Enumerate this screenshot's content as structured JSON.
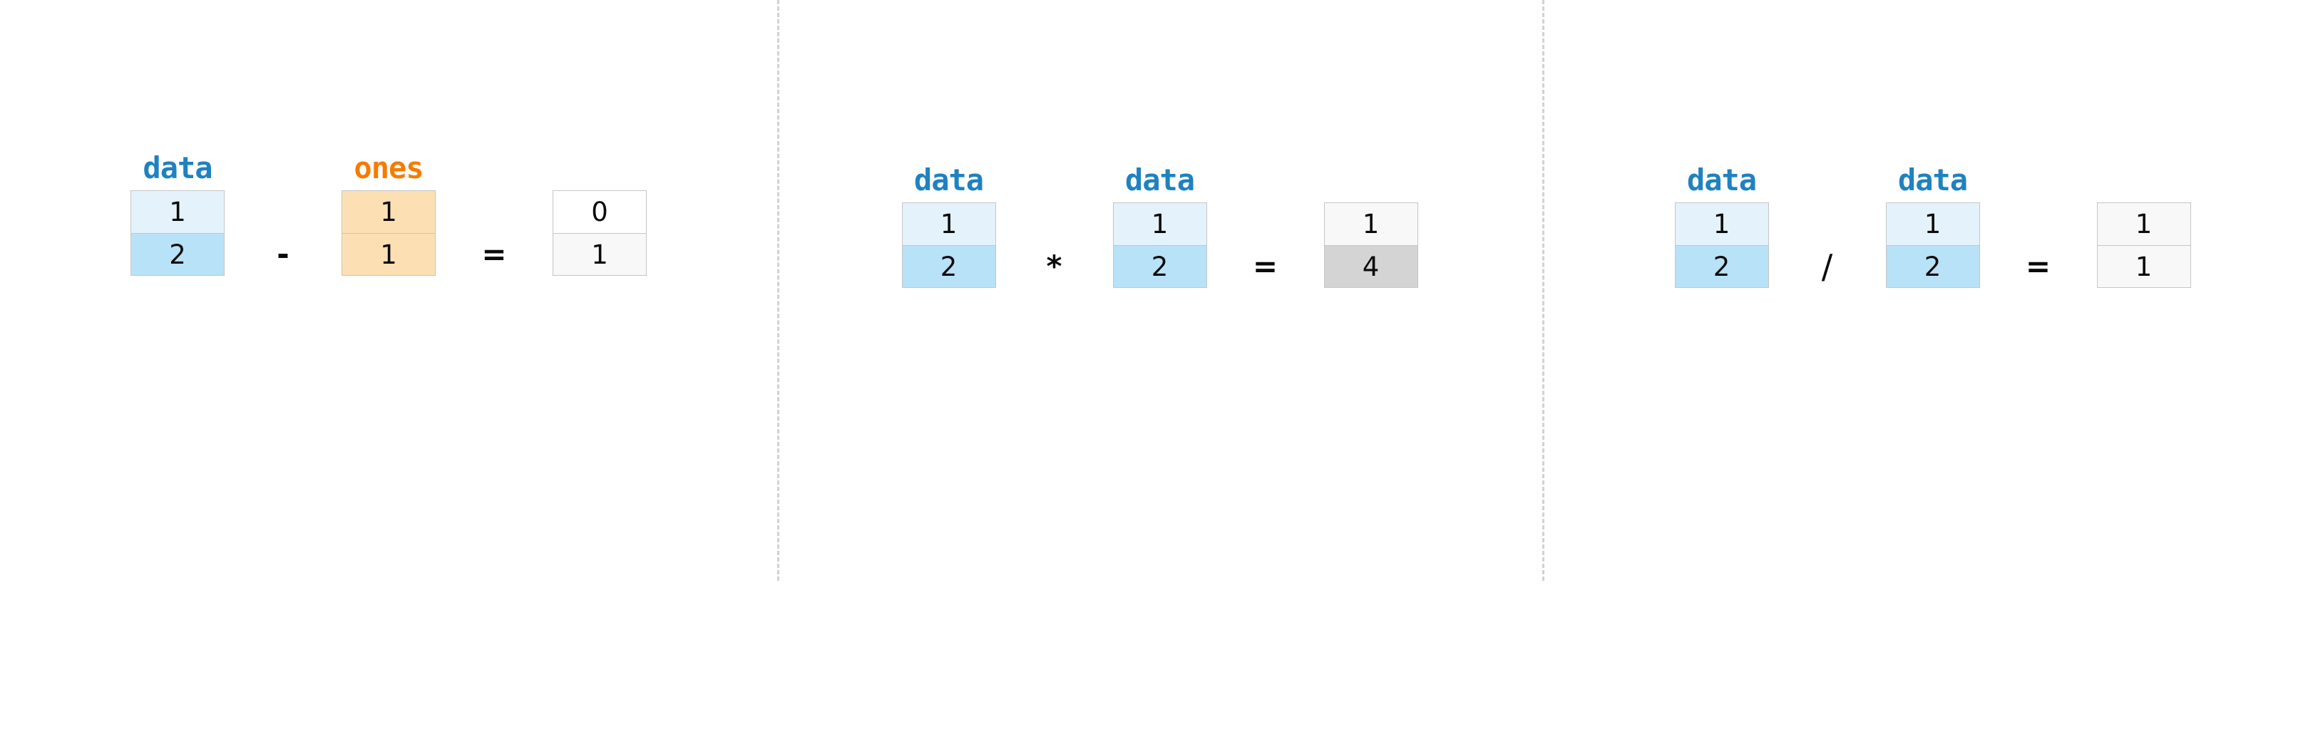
{
  "figure": {
    "background_color": "#ffffff",
    "separator_color": "#d2d2d2",
    "colors": {
      "label_blue": "#1f82c0",
      "label_orange": "#f57c00",
      "cell_blue_light": "#e4f2fb",
      "cell_blue_mid": "#b8e2f7",
      "cell_orange": "#fce0b3",
      "cell_result_white": "#ffffff",
      "cell_result_offwhite": "#f8f8f8",
      "cell_result_gray": "#d4d4d4",
      "cell_border": "#c6c6c6",
      "text_black": "#0b0b0b"
    }
  },
  "chart_data": {
    "type": "diagram",
    "title": "",
    "description": "Three element-wise NumPy array arithmetic examples on 1-D arrays of length 2",
    "panels": [
      {
        "id": "subtraction",
        "operator": "-",
        "operands": [
          {
            "label": "data",
            "label_color": "#1f82c0",
            "values": [
              1,
              2
            ]
          },
          {
            "label": "ones",
            "label_color": "#f57c00",
            "values": [
              1,
              1
            ]
          }
        ],
        "equals": "=",
        "result": {
          "label": "",
          "values": [
            0,
            1
          ]
        }
      },
      {
        "id": "multiplication",
        "operator": "*",
        "operands": [
          {
            "label": "data",
            "label_color": "#1f82c0",
            "values": [
              1,
              2
            ]
          },
          {
            "label": "data",
            "label_color": "#1f82c0",
            "values": [
              1,
              2
            ]
          }
        ],
        "equals": "=",
        "result": {
          "label": "",
          "values": [
            1,
            4
          ]
        }
      },
      {
        "id": "division",
        "operator": "/",
        "operands": [
          {
            "label": "data",
            "label_color": "#1f82c0",
            "values": [
              1,
              2
            ]
          },
          {
            "label": "data",
            "label_color": "#1f82c0",
            "values": [
              1,
              2
            ]
          }
        ],
        "equals": "=",
        "result": {
          "label": "",
          "values": [
            1,
            1
          ]
        }
      }
    ]
  },
  "panel1": {
    "left": {
      "label": "data",
      "cells": [
        {
          "value": "1"
        },
        {
          "value": "2"
        }
      ]
    },
    "operator": "-",
    "right": {
      "label": "ones",
      "cells": [
        {
          "value": "1"
        },
        {
          "value": "1"
        }
      ]
    },
    "equals": "=",
    "result": {
      "label": "",
      "cells": [
        {
          "value": "0"
        },
        {
          "value": "1"
        }
      ]
    }
  },
  "panel2": {
    "left": {
      "label": "data",
      "cells": [
        {
          "value": "1"
        },
        {
          "value": "2"
        }
      ]
    },
    "operator": "*",
    "right": {
      "label": "data",
      "cells": [
        {
          "value": "1"
        },
        {
          "value": "2"
        }
      ]
    },
    "equals": "=",
    "result": {
      "label": "",
      "cells": [
        {
          "value": "1"
        },
        {
          "value": "4"
        }
      ]
    }
  },
  "panel3": {
    "left": {
      "label": "data",
      "cells": [
        {
          "value": "1"
        },
        {
          "value": "2"
        }
      ]
    },
    "operator": "/",
    "right": {
      "label": "data",
      "cells": [
        {
          "value": "1"
        },
        {
          "value": "2"
        }
      ]
    },
    "equals": "=",
    "result": {
      "label": "",
      "cells": [
        {
          "value": "1"
        },
        {
          "value": "1"
        }
      ]
    }
  }
}
